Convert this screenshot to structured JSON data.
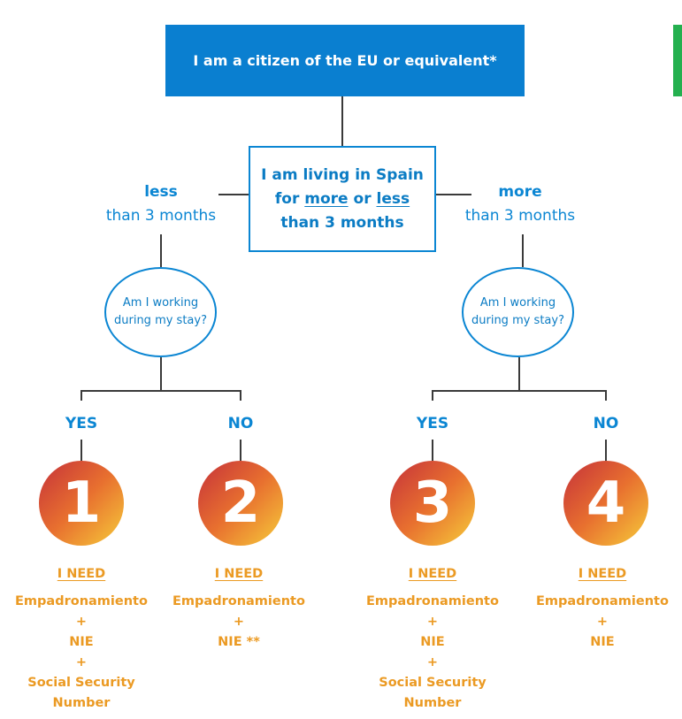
{
  "top": {
    "title": "I am a citizen of the EU or equivalent*"
  },
  "middle": {
    "line1": "I am living in Spain",
    "line2_a": "for ",
    "line2_more": "more",
    "line2_b": " or ",
    "line2_less": "less",
    "line3": "than 3 months"
  },
  "left_duration": {
    "bold": "less",
    "rest": "than 3 months"
  },
  "right_duration": {
    "bold": "more",
    "rest": "than 3 months"
  },
  "question": {
    "line1": "Am I working",
    "line2": "during my stay?"
  },
  "answers": {
    "yes": "YES",
    "no": "NO"
  },
  "cases": [
    {
      "number": "1",
      "heading": "I NEED",
      "items": [
        "Empadronamiento",
        "+",
        "NIE",
        "+",
        "Social Security",
        "Number"
      ]
    },
    {
      "number": "2",
      "heading": "I NEED",
      "items": [
        "Empadronamiento",
        "+",
        "NIE **"
      ]
    },
    {
      "number": "3",
      "heading": "I NEED",
      "items": [
        "Empadronamiento",
        "+",
        "NIE",
        "+",
        "Social Security",
        "Number"
      ]
    },
    {
      "number": "4",
      "heading": "I NEED",
      "items": [
        "Empadronamiento",
        "+",
        "NIE"
      ]
    }
  ],
  "colors": {
    "blue": "#0a7fd0",
    "orange_text": "#eb9a23",
    "gradient": [
      "#c5313a",
      "#e8702f",
      "#f6cc3a"
    ]
  }
}
